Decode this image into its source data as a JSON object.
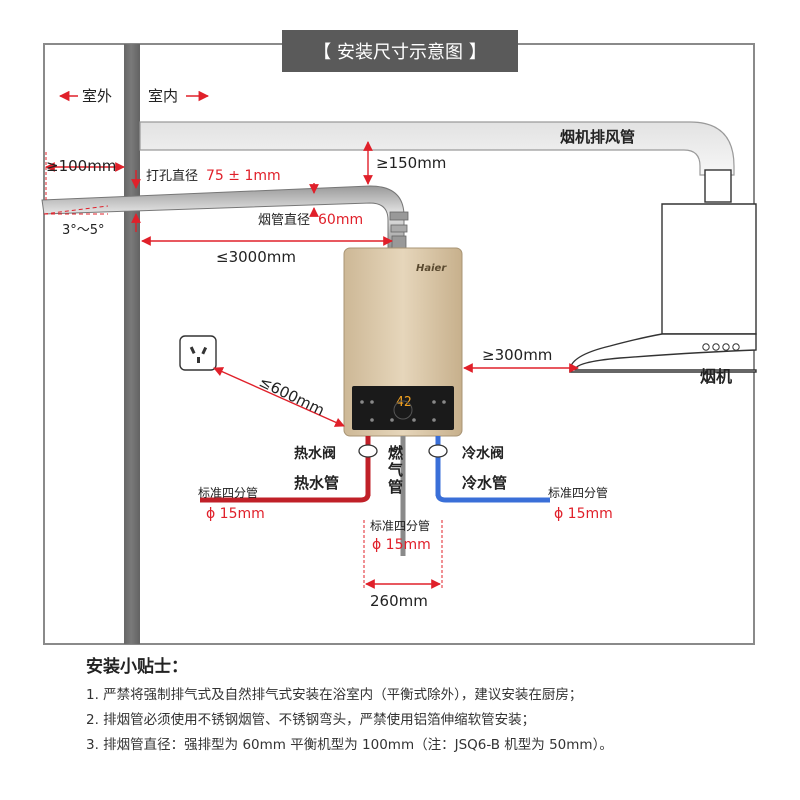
{
  "title": "【 安装尺寸示意图 】",
  "labels": {
    "outdoor": "室外",
    "indoor": "室内",
    "hood_duct": "烟机排风管",
    "d100": "≥100mm",
    "hole_text": "打孔直径",
    "hole_val": "75 ± 1mm",
    "d150": "≥150mm",
    "pipe_text": "烟管直径",
    "pipe_val": "60mm",
    "slope": "3°～5°",
    "d3000": "≤3000mm",
    "brand": "Haier",
    "display": "42",
    "d300": "≥300mm",
    "hood": "烟机",
    "d600": "≤600mm",
    "hot_valve": "热水阀",
    "cold_valve": "冷水阀",
    "gas_pipe": "燃气管",
    "hot_pipe": "热水管",
    "cold_pipe": "冷水管",
    "std_left": "标准四分管",
    "phi_left": "ϕ 15mm",
    "std_center": "标准四分管",
    "phi_center": "ϕ 15mm",
    "std_right": "标准四分管",
    "phi_right": "ϕ 15mm",
    "d260": "260mm"
  },
  "tips": {
    "heading": "安装小贴士：",
    "items": [
      "1. 严禁将强制排气式及自然排气式安装在浴室内（平衡式除外），建议安装在厨房；",
      "2. 排烟管必须使用不锈钢烟管、不锈钢弯头，严禁使用铝箔伸缩软管安装；",
      "3. 排烟管直径：强排型为 60mm 平衡机型为 100mm（注：JSQ6-B 机型为 50mm）。"
    ]
  },
  "colors": {
    "red": "#e0202a",
    "hot": "#c02028",
    "cold": "#3a6fd8",
    "frame": "#8a8a8a",
    "heater": "#d9c7a8"
  }
}
